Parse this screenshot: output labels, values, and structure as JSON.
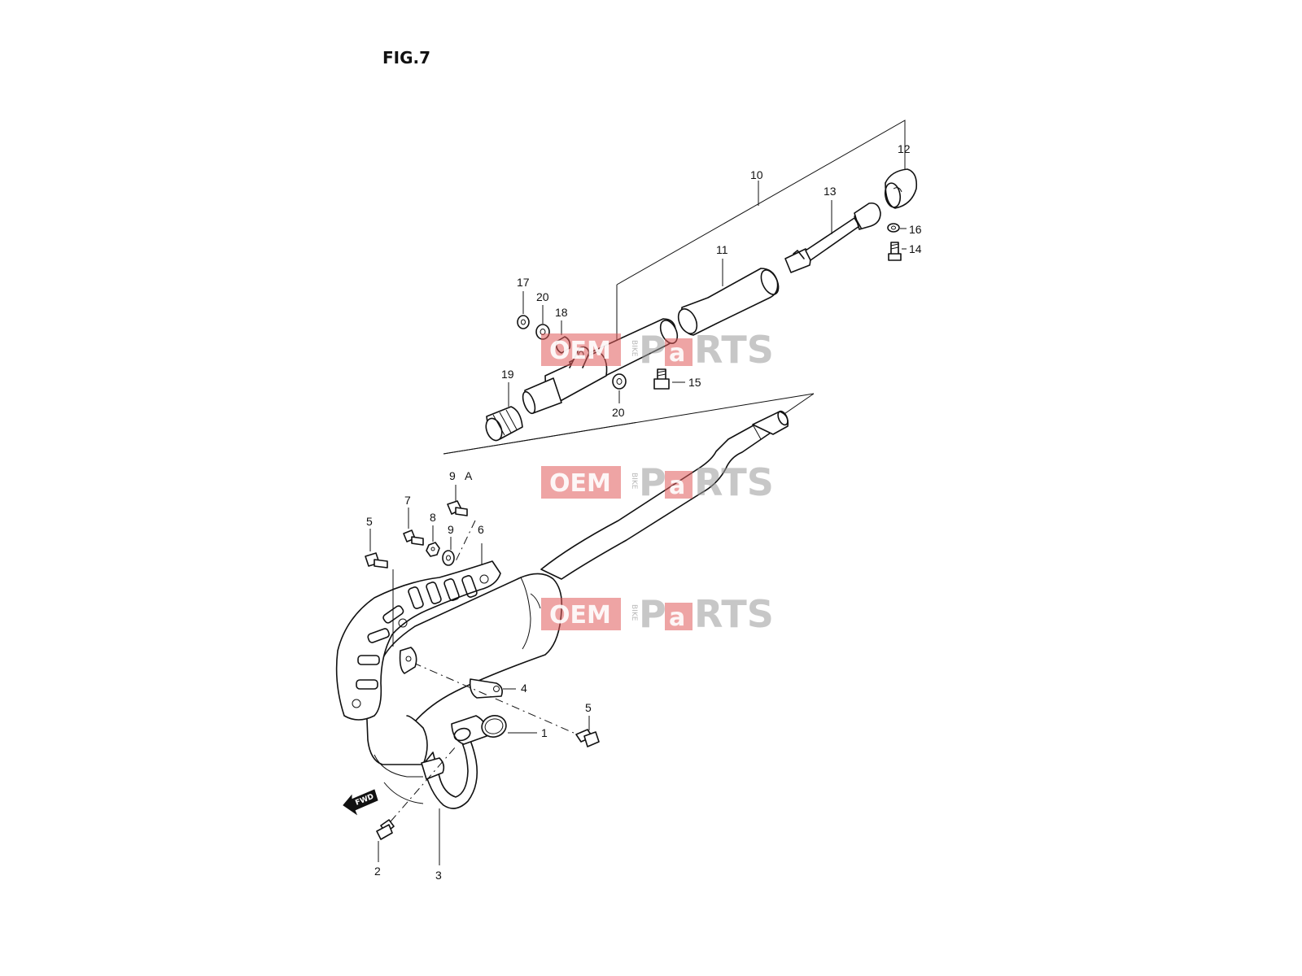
{
  "figure": {
    "title": "FIG.7"
  },
  "callouts": {
    "c1": "1",
    "c2": "2",
    "c3": "3",
    "c4": "4",
    "c5a": "5",
    "c5b": "5",
    "c6": "6",
    "c7": "7",
    "c8": "8",
    "c9a": "9",
    "c9b": "9",
    "cA": "A",
    "c10": "10",
    "c11": "11",
    "c12": "12",
    "c13": "13",
    "c14": "14",
    "c15": "15",
    "c16": "16",
    "c17": "17",
    "c18": "18",
    "c19": "19",
    "c20a": "20",
    "c20b": "20"
  },
  "fwd_marker": "FWD",
  "watermark": {
    "left": "OEM",
    "middle": "BIKE",
    "right_a": "P",
    "right_b": "a",
    "right_c": "RTS"
  },
  "colors": {
    "line": "#111111",
    "watermark": "#e05a5a",
    "watermark_grey": "#9a9a9a"
  }
}
